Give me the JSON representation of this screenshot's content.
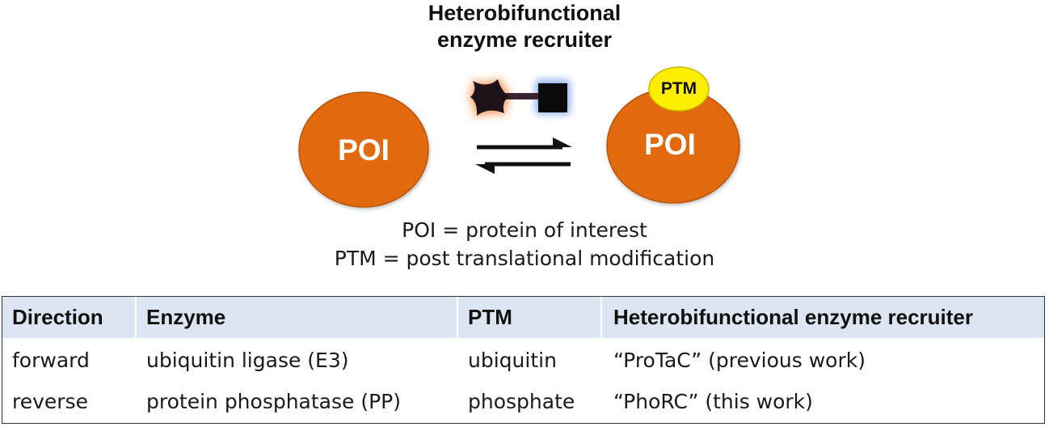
{
  "title": {
    "line1": "Heterobifunctional",
    "line2": "enzyme recruiter"
  },
  "diagram": {
    "left_protein_label": "POI",
    "right_protein_label": "POI",
    "modification_badge": "PTM",
    "colors": {
      "protein_fill": "#e06a10",
      "ptm_fill": "#ffee00",
      "recruiter_dark": "#1e1218",
      "recruiter_left_glow": "#f07828",
      "recruiter_right_glow": "#7aa0e8",
      "arrow": "#111111"
    }
  },
  "legend": {
    "line1": "POI = protein of interest",
    "line2": "PTM = post translational modification"
  },
  "table": {
    "headers": [
      "Direction",
      "Enzyme",
      "PTM",
      "Heterobifunctional enzyme recruiter"
    ],
    "rows": [
      [
        "forward",
        "ubiquitin ligase (E3)",
        "ubiquitin",
        "“ProTaC” (previous work)"
      ],
      [
        "reverse",
        "protein phosphatase (PP)",
        "phosphate",
        "“PhoRC” (this work)"
      ]
    ],
    "header_background": "#dde5f2"
  }
}
